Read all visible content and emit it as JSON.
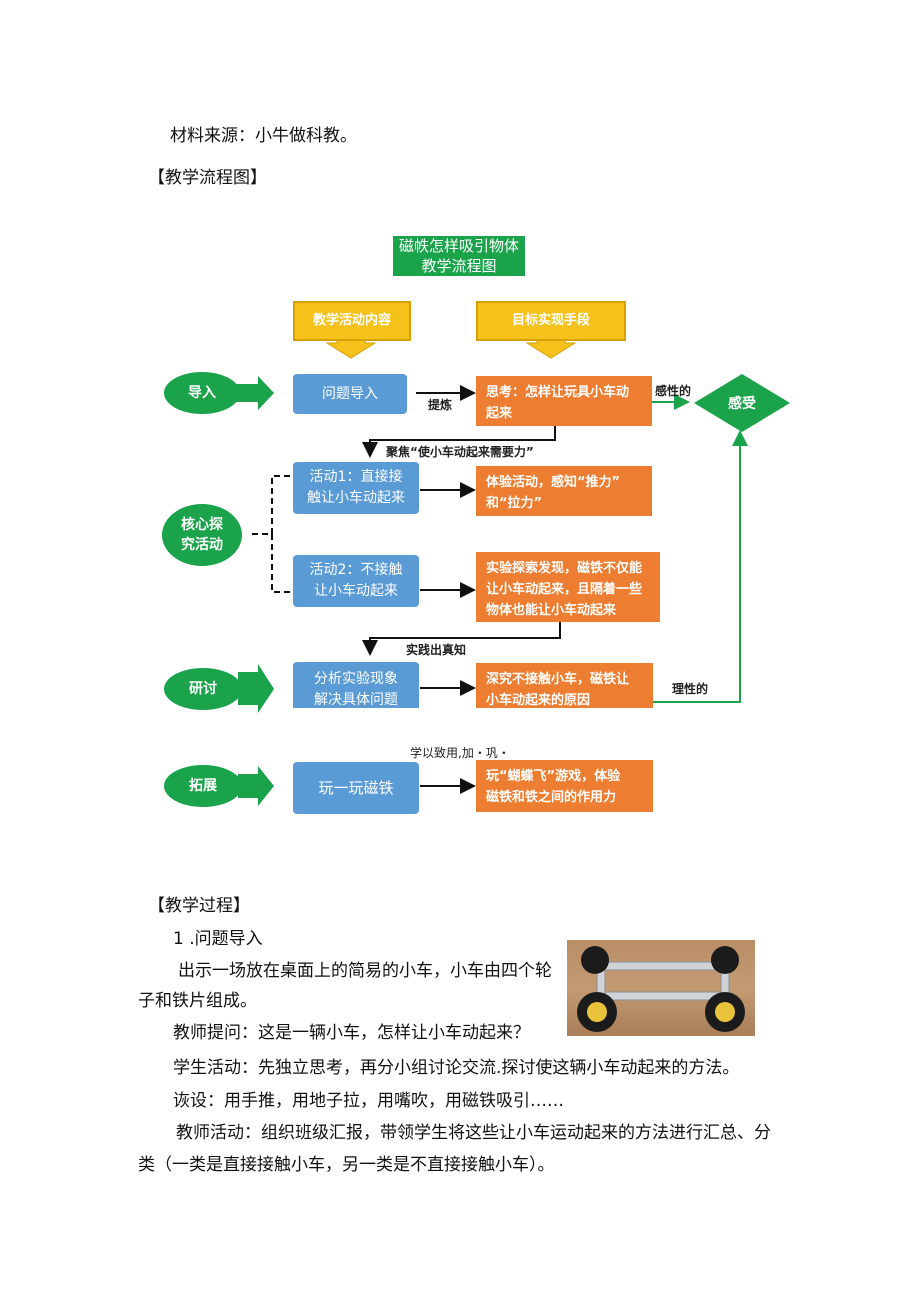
{
  "source_line": "材料来源：小牛做科教。",
  "section_flowchart": "【教学流程图】",
  "flowchart": {
    "title_line1": "磁帙怎样吸引物体",
    "title_line2": "教学流程图",
    "header_left": "教学活动内容",
    "header_right": "目标实现手段",
    "stage_intro": "导入",
    "stage_core_1": "核心探",
    "stage_core_2": "究活动",
    "stage_discuss": "研讨",
    "stage_extend": "拓展",
    "box_intro": "问题导入",
    "label_refine": "提炼",
    "think_1": "思考：怎样让玩具小车动",
    "think_2": "起来",
    "label_perceptual": "感性的",
    "diamond": "感受",
    "label_focus": "聚焦“使小车动起来需要力”",
    "act1_1": "活动1：直接接",
    "act1_2": "触让小车动起来",
    "exp1_1": "体验活动，感知“推力”",
    "exp1_2": "和“拉力”",
    "act2_1": "活动2：不接触",
    "act2_2": "让小车动起来",
    "exp2_1": "实验探索发现，磁铁不仅能",
    "exp2_2": "让小车动起来，且隔着一些",
    "exp2_3": "物体也能让小车动起来",
    "label_practice": "实践出真知",
    "analyze_1": "分析实验现象",
    "analyze_2": "解决具体问题",
    "explore_1": "深究不接触小车，磁铁让",
    "explore_2": "小车动起来的原因",
    "label_rational": "理性的",
    "apply_note": "学以致用,加・巩・",
    "play_box": "玩一玩磁铁",
    "game_1": "玩“蝴蝶飞”游戏，体验",
    "game_2": "磁铁和铁之间的作用力"
  },
  "section_process": "【教学过程】",
  "item1": "1  .问题导入",
  "p1_a": "出示一场放在桌面上的简易的小车，小车由四个轮",
  "p1_b": "子和铁片组成。",
  "p2": "教师提问：这是一辆小车，怎样让小车动起来？",
  "p3": "学生活动：先独立思考，再分小组讨论交流.探讨使这辆小车动起来的方法。",
  "p4": "诙设：用手推，用地子拉，用嘴吹，用磁铁吸引……",
  "p5_a": "教师活动：组织班级汇报，带领学生将这些让小车运动起来的方法进行汇总、分",
  "p5_b": "类（一类是直接接触小车，另一类是不直接接触小车）。"
}
